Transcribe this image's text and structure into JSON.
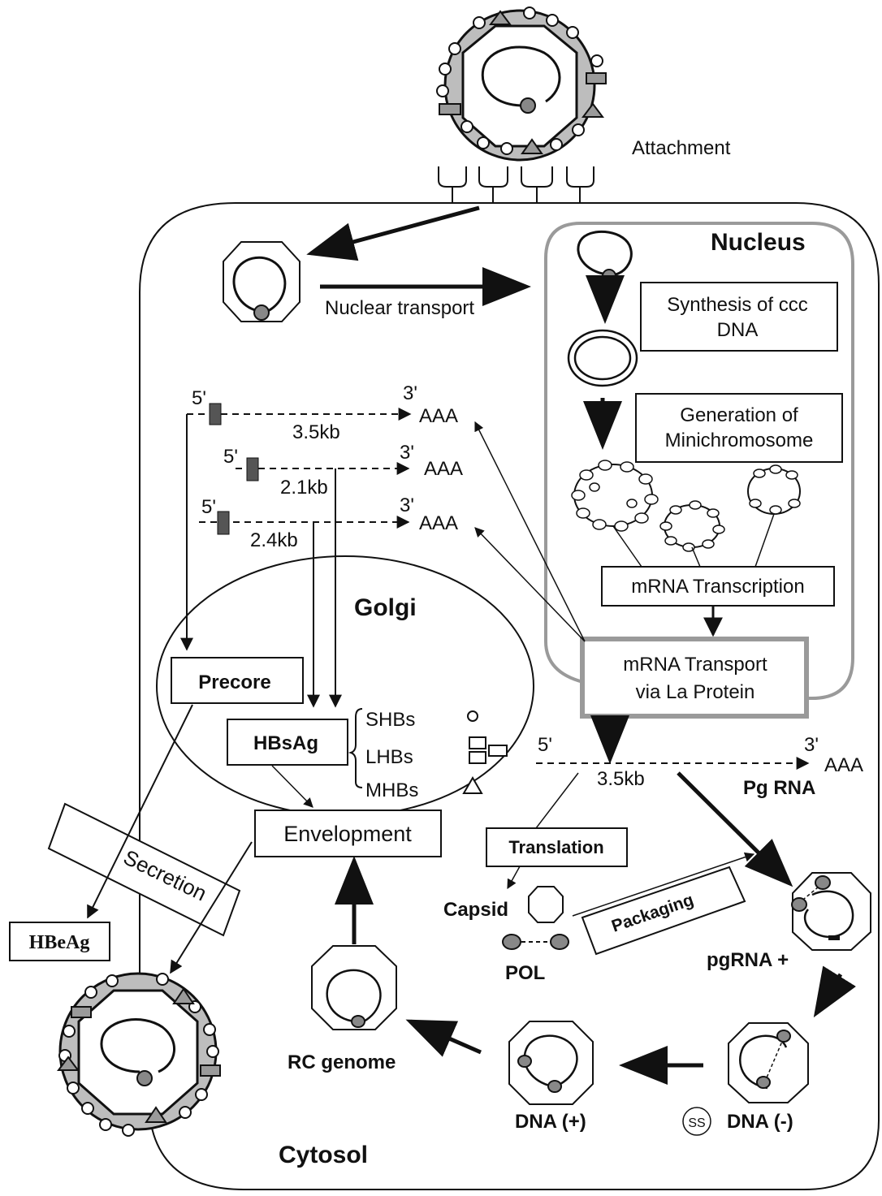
{
  "labels": {
    "attachment": "Attachment",
    "nucleus": "Nucleus",
    "nuclear_transport": "Nuclear transport",
    "synthesis_line1": "Synthesis of ccc",
    "synthesis_line2": "DNA",
    "generation_line1": "Generation of",
    "generation_line2": "Minichromosome",
    "mrna_transcription": "mRNA Transcription",
    "mrna_transport_line1": "mRNA Transport",
    "mrna_transport_line2": "via La Protein",
    "golgi": "Golgi",
    "precore": "Precore",
    "hbsag": "HBsAg",
    "shbs": "SHBs",
    "lhbs": "LHBs",
    "mhbs": "MHBs",
    "envelopment": "Envelopment",
    "secretion": "Secretion",
    "hbeag": "HBeAg",
    "translation": "Translation",
    "capsid": "Capsid",
    "pol": "POL",
    "packaging": "Packaging",
    "pgrna_plus": "pgRNA +",
    "pg_rna": "Pg RNA",
    "rc_genome": "RC genome",
    "dna_plus": "DNA (+)",
    "dna_minus": "DNA (-)",
    "ss": "SS",
    "cytosol": "Cytosol"
  },
  "transcripts": [
    {
      "five": "5'",
      "three": "3'",
      "poly_a": "AAA",
      "size": "3.5kb"
    },
    {
      "five": "5'",
      "three": "3'",
      "poly_a": "AAA",
      "size": "2.1kb"
    },
    {
      "five": "5'",
      "three": "3'",
      "poly_a": "AAA",
      "size": "2.4kb"
    }
  ],
  "pg_transcript": {
    "five": "5'",
    "three": "3'",
    "poly_a": "AAA",
    "size": "3.5kb"
  },
  "colors": {
    "membrane_gray": "#9a9a9a",
    "envelope_fill": "#bdbdbd",
    "line": "#111111",
    "pol_fill": "#888888"
  }
}
